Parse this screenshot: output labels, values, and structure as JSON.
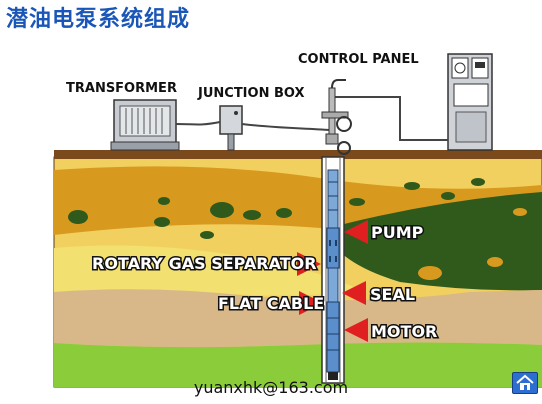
{
  "title": "潜油电泵系统组成",
  "labels": {
    "transformer": "TRANSFORMER",
    "junction_box": "JUNCTION BOX",
    "control_panel": "CONTROL PANEL",
    "pump": "PUMP",
    "rotary_gas_separator": "ROTARY GAS SEPARATOR",
    "seal": "SEAL",
    "flat_cable": "FLAT CABLE",
    "motor": "MOTOR"
  },
  "footer": "yuanxhk@163.com",
  "icons": {
    "home": "home-icon"
  },
  "colors": {
    "title": "#1a56b8",
    "arrow": "#e02020",
    "surface": "#7a4a1c",
    "layer_yellow": "#f2d060",
    "layer_orange": "#d89a1e",
    "layer_green_dark": "#2f5a1c",
    "layer_tan": "#d8b888",
    "layer_green_light": "#8acc3a"
  }
}
